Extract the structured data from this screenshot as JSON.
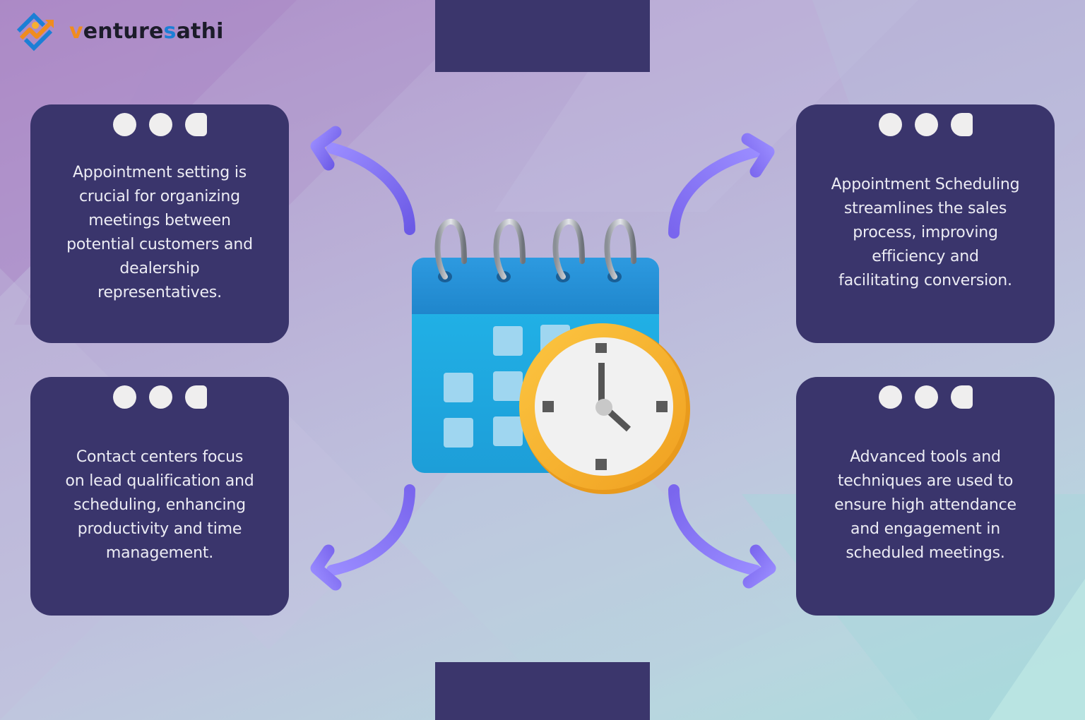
{
  "brand": {
    "name_prefix": "v",
    "name_middle": "enture",
    "name_accent": "s",
    "name_suffix": "athi",
    "colors": {
      "orange": "#f08c1e",
      "blue": "#1c7fd6",
      "dark": "#1c1c2a"
    }
  },
  "panels": {
    "top": {
      "color": "#3b366c"
    },
    "bottom": {
      "color": "#3b366c"
    }
  },
  "cards": [
    {
      "position": "top-left",
      "text": "Appointment setting is crucial for organizing meetings between potential customers and dealership representatives.",
      "lines": [
        "Appointment setting is",
        "crucial for organizing",
        "meetings between",
        "potential customers and",
        "dealership",
        "representatives."
      ]
    },
    {
      "position": "top-right",
      "text": "Appointment Scheduling streamlines the sales process, improving efficiency and facilitating conversion.",
      "lines": [
        "Appointment Scheduling",
        "streamlines the sales",
        "process, improving",
        "efficiency and",
        "facilitating conversion."
      ]
    },
    {
      "position": "bottom-left",
      "text": "Contact centers focus on lead qualification and scheduling, enhancing productivity and time management.",
      "lines": [
        "Contact centers focus",
        "on lead qualification and",
        "scheduling, enhancing",
        "productivity and time",
        "management."
      ]
    },
    {
      "position": "bottom-right",
      "text": "Advanced tools and techniques are used to ensure high attendance and engagement in scheduled meetings.",
      "lines": [
        "Advanced tools and",
        "techniques are used to",
        "ensure high attendance",
        "and engagement in",
        "scheduled meetings."
      ]
    }
  ],
  "illustration": {
    "icon": "calendar-with-clock-icon",
    "clock_time": "4:00",
    "colors": {
      "calendar_top": "#2a93d6",
      "calendar_body": "#22b2e6",
      "calendar_cells": "#9fd6f0",
      "clock_ring": "#f6b630",
      "clock_face": "#f1f1f1",
      "hands": "#555555"
    }
  },
  "arrows": {
    "color": "#7f6df0",
    "directions": [
      "up-left",
      "up-right",
      "down-left",
      "down-right"
    ]
  },
  "card_color": "#3a356c"
}
